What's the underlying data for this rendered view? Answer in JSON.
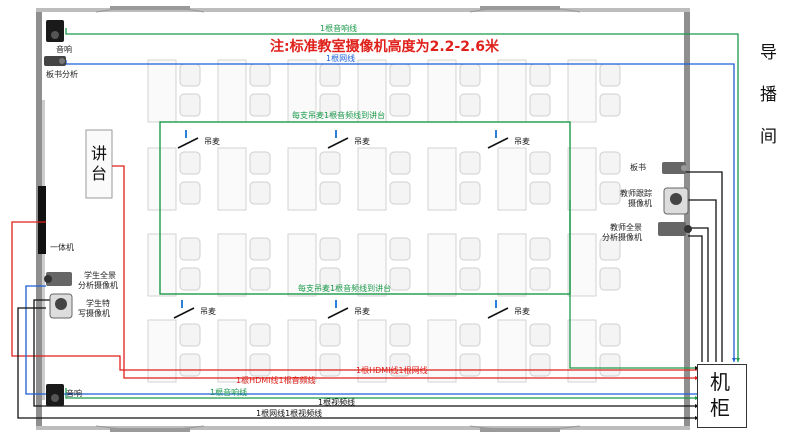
{
  "note": "注:标准教室摄像机高度为2.2-2.6米",
  "control_room": [
    "导",
    "播",
    "间"
  ],
  "cabinet": [
    "机",
    "柜"
  ],
  "podium": [
    "讲",
    "台"
  ],
  "devices": {
    "speaker_top": "音响",
    "board_analysis": "板书分析",
    "all_in_one": "一体机",
    "student_pano": [
      "学生全景",
      "分析摄像机"
    ],
    "student_closeup": [
      "学生特",
      "写摄像机"
    ],
    "speaker_bottom": "音响",
    "board_cam": "板书",
    "teacher_track": [
      "教师跟踪",
      "摄像机"
    ],
    "teacher_pano": [
      "教师全景",
      "分析摄像机"
    ],
    "mic_label": "吊麦"
  },
  "cables": {
    "top_audio": "1根音响线",
    "top_network": "1根网线",
    "mic_top": "每支吊麦1根音频线到讲台",
    "mic_bottom": "每支吊麦1根音频线到讲台",
    "hdmi_right": "1根HDMI线1根网线",
    "hdmi_left": "1根HDMI线1根音频线",
    "bottom_audio": "1根音响线",
    "bottom_audio2": "1根视频线",
    "bottom_net": "1根网线1根视频线"
  },
  "colors": {
    "green": "#1a9a4a",
    "blue": "#1c5fd6",
    "red": "#e0201a",
    "black": "#111111",
    "wall": "#8f8f8f"
  }
}
